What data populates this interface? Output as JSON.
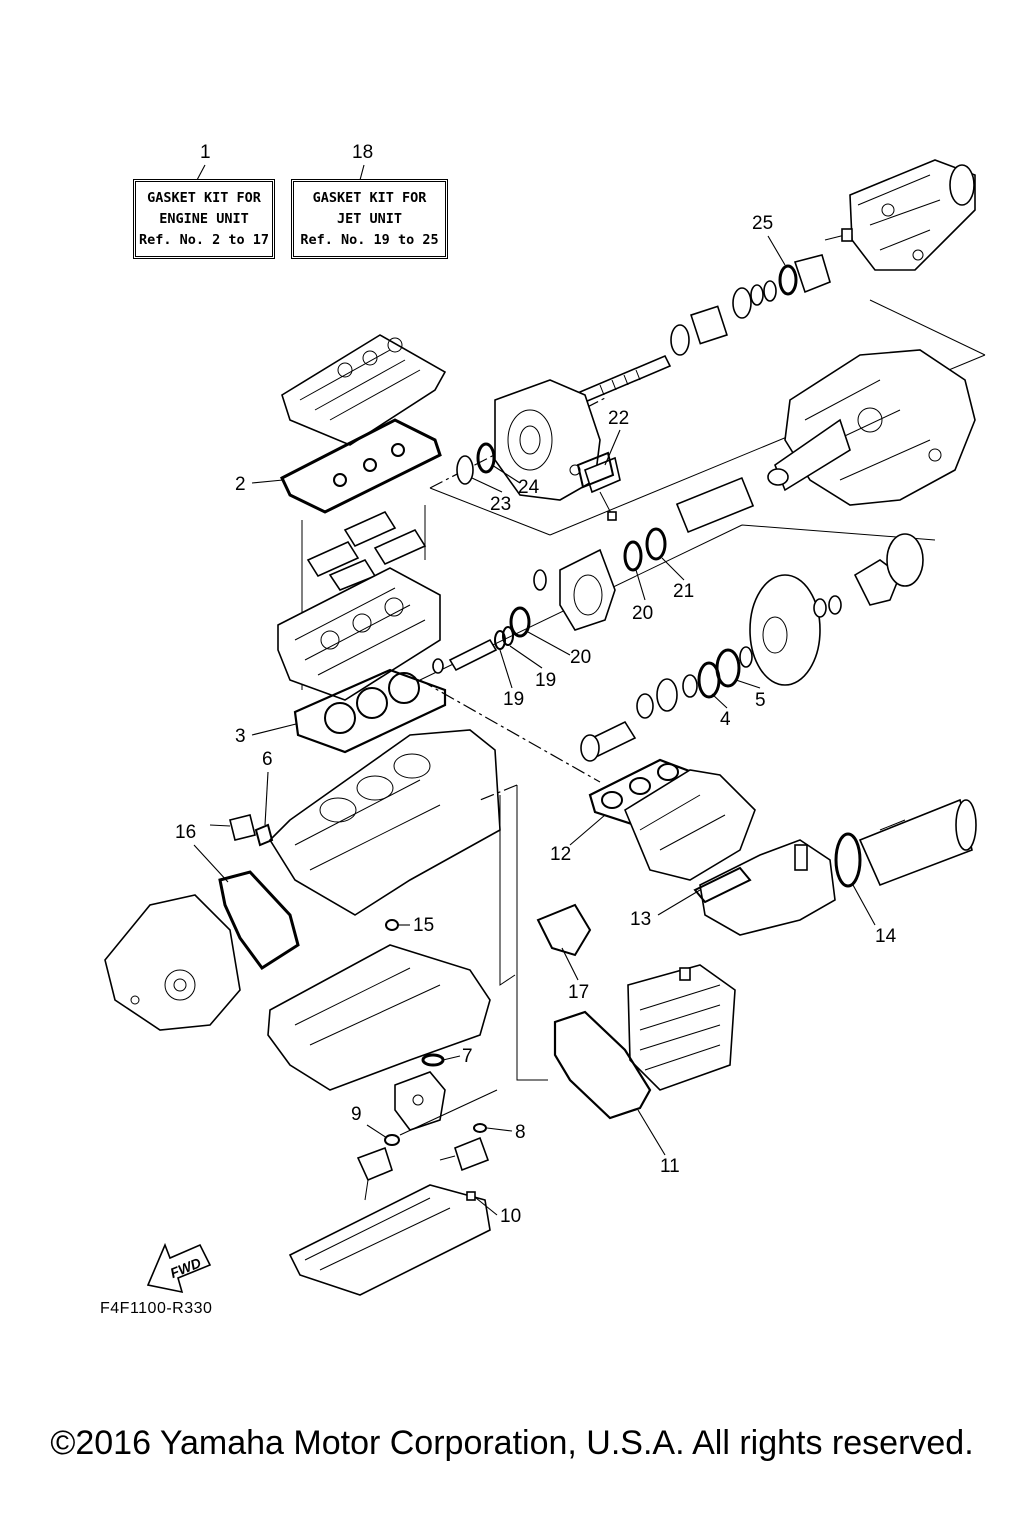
{
  "kits": [
    {
      "callout": "1",
      "lines": [
        "GASKET KIT FOR",
        "ENGINE UNIT",
        "Ref. No. 2 to 17"
      ]
    },
    {
      "callout": "18",
      "lines": [
        "GASKET KIT FOR",
        "JET UNIT",
        "Ref. No. 19 to 25"
      ]
    }
  ],
  "callouts": {
    "c2": "2",
    "c3": "3",
    "c4": "4",
    "c5": "5",
    "c6": "6",
    "c7": "7",
    "c8": "8",
    "c9": "9",
    "c10": "10",
    "c11": "11",
    "c12": "12",
    "c13": "13",
    "c14": "14",
    "c15": "15",
    "c16": "16",
    "c17": "17",
    "c19a": "19",
    "c19b": "19",
    "c20a": "20",
    "c20b": "20",
    "c21": "21",
    "c22": "22",
    "c23": "23",
    "c24": "24",
    "c25": "25"
  },
  "fwd_label": "FWD",
  "drawing_code": "F4F1100-R330",
  "copyright": "©2016 Yamaha Motor Corporation, U.S.A. All rights reserved."
}
